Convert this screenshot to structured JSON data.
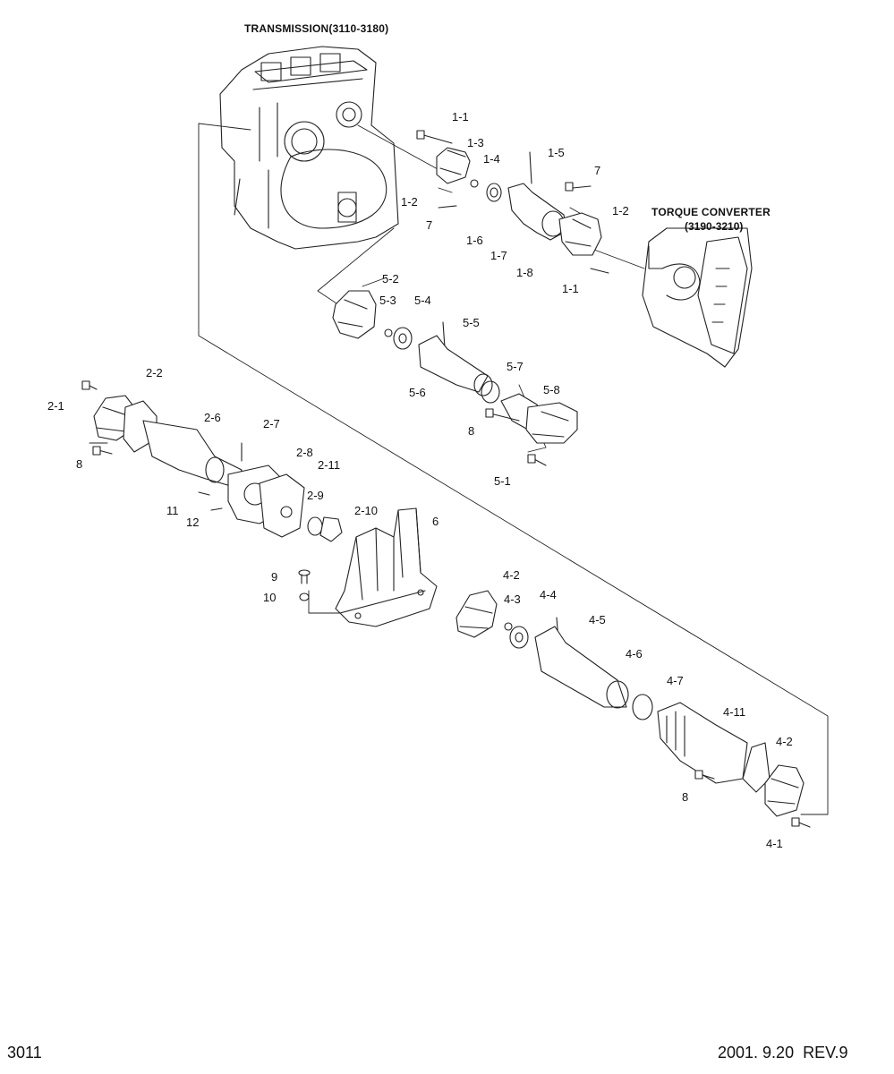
{
  "assemblies": {
    "transmission": "TRANSMISSION(3110-3180)",
    "torque_converter_title": "TORQUE CONVERTER",
    "torque_converter_range": "(3190-3210)"
  },
  "callouts": [
    {
      "id": "c-1-1a",
      "text": "1-1"
    },
    {
      "id": "c-1-3",
      "text": "1-3"
    },
    {
      "id": "c-1-4",
      "text": "1-4"
    },
    {
      "id": "c-1-5",
      "text": "1-5"
    },
    {
      "id": "c-7a",
      "text": "7"
    },
    {
      "id": "c-1-2a",
      "text": "1-2"
    },
    {
      "id": "c-7b",
      "text": "7"
    },
    {
      "id": "c-1-2b",
      "text": "1-2"
    },
    {
      "id": "c-1-6",
      "text": "1-6"
    },
    {
      "id": "c-1-7",
      "text": "1-7"
    },
    {
      "id": "c-1-8",
      "text": "1-8"
    },
    {
      "id": "c-1-1b",
      "text": "1-1"
    },
    {
      "id": "c-5-2",
      "text": "5-2"
    },
    {
      "id": "c-5-3",
      "text": "5-3"
    },
    {
      "id": "c-5-4",
      "text": "5-4"
    },
    {
      "id": "c-5-5",
      "text": "5-5"
    },
    {
      "id": "c-5-7",
      "text": "5-7"
    },
    {
      "id": "c-5-6",
      "text": "5-6"
    },
    {
      "id": "c-5-8",
      "text": "5-8"
    },
    {
      "id": "c-8a",
      "text": "8"
    },
    {
      "id": "c-5-1",
      "text": "5-1"
    },
    {
      "id": "c-2-2",
      "text": "2-2"
    },
    {
      "id": "c-2-1",
      "text": "2-1"
    },
    {
      "id": "c-2-6",
      "text": "2-6"
    },
    {
      "id": "c-2-7",
      "text": "2-7"
    },
    {
      "id": "c-8b",
      "text": "8"
    },
    {
      "id": "c-2-8",
      "text": "2-8"
    },
    {
      "id": "c-2-11",
      "text": "2-11"
    },
    {
      "id": "c-2-9",
      "text": "2-9"
    },
    {
      "id": "c-11",
      "text": "11"
    },
    {
      "id": "c-12",
      "text": "12"
    },
    {
      "id": "c-2-10",
      "text": "2-10"
    },
    {
      "id": "c-6",
      "text": "6"
    },
    {
      "id": "c-9",
      "text": "9"
    },
    {
      "id": "c-10",
      "text": "10"
    },
    {
      "id": "c-4-2a",
      "text": "4-2"
    },
    {
      "id": "c-4-3",
      "text": "4-3"
    },
    {
      "id": "c-4-4",
      "text": "4-4"
    },
    {
      "id": "c-4-5",
      "text": "4-5"
    },
    {
      "id": "c-4-6",
      "text": "4-6"
    },
    {
      "id": "c-4-7",
      "text": "4-7"
    },
    {
      "id": "c-4-11",
      "text": "4-11"
    },
    {
      "id": "c-4-2b",
      "text": "4-2"
    },
    {
      "id": "c-8c",
      "text": "8"
    },
    {
      "id": "c-4-1",
      "text": "4-1"
    }
  ],
  "footer": {
    "page_number": "3011",
    "revision": "2001. 9.20  REV.9"
  }
}
